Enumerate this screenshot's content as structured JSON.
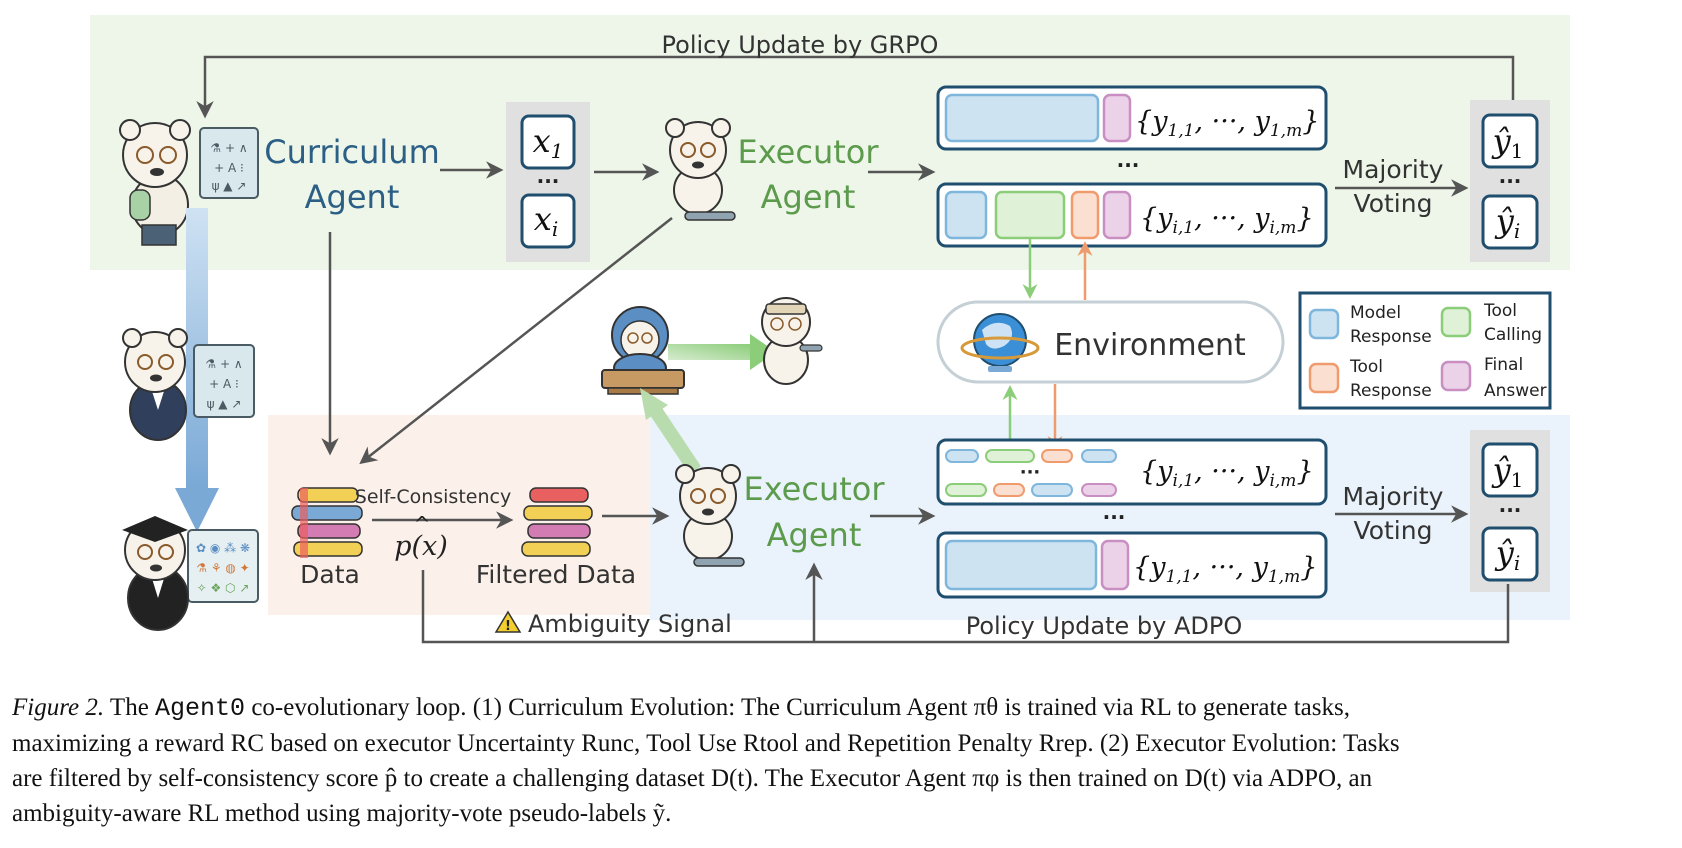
{
  "top_band": {
    "policy_label": "Policy Update by GRPO",
    "curriculum_agent": {
      "line1": "Curriculum",
      "line2": "Agent"
    },
    "tasks": [
      "x1",
      "xi"
    ],
    "executor_agent": {
      "line1": "Executor",
      "line2": "Agent"
    },
    "responses": [
      "{y1,1, ···, y1,m}",
      "{yi,1, ···, yi,m}"
    ],
    "voting": {
      "line1": "Majority",
      "line2": "Voting"
    },
    "answers": [
      "ŷ1",
      "ŷi"
    ]
  },
  "environment": {
    "label": "Environment"
  },
  "legend": {
    "items": [
      {
        "label1": "Model",
        "label2": "Response",
        "color": "#7fb6dc",
        "fill": "#cde3f2"
      },
      {
        "label1": "Tool",
        "label2": "Calling",
        "color": "#8ccd7a",
        "fill": "#dff1d6"
      },
      {
        "label1": "Tool",
        "label2": "Response",
        "color": "#ef9b6e",
        "fill": "#fbe0d1"
      },
      {
        "label1": "Final",
        "label2": "Answer",
        "color": "#c98fc2",
        "fill": "#ecd2e8"
      }
    ]
  },
  "bottom_band": {
    "data_label": "Data",
    "self_consistency_label": "Self-Consistency",
    "p_hat_label": "p(x)",
    "filtered_label": "Filtered Data",
    "ambiguity_label": "Ambiguity Signal",
    "executor_agent": {
      "line1": "Executor",
      "line2": "Agent"
    },
    "responses": [
      "{yi,1, ···, yi,m}",
      "{y1,1, ···, y1,m}"
    ],
    "voting": {
      "line1": "Majority",
      "line2": "Voting"
    },
    "answers": [
      "ŷ1",
      "ŷi"
    ],
    "policy_label": "Policy Update by ADPO"
  },
  "dots": "···",
  "caption": {
    "fig": "Figure 2.",
    "line1a": " The ",
    "line1code": "Agent0",
    "line1b": " co-evolutionary loop. (1) Curriculum Evolution: The Curriculum Agent πθ is trained via RL to generate tasks,",
    "line2": "maximizing a reward RC based on executor Uncertainty Runc, Tool Use Rtool and Repetition Penalty Rrep. (2) Executor Evolution: Tasks",
    "line3": "are filtered by self-consistency score p̂ to create a challenging dataset D(t). The Executor Agent πφ is then trained on D(t) via ADPO, an",
    "line4": "ambiguity-aware RL method using majority-vote pseudo-labels ỹ."
  },
  "colors": {
    "navy": "#1f4e6e",
    "curriculum_text": "#2b5f86",
    "executor_text": "#5c9a4c",
    "top_band": "#eef6ea",
    "data_band": "#fbf1ea",
    "executor_band": "#eaf3fb"
  },
  "icons": [
    "bear-teacher-icon",
    "bear-professor-icon",
    "bear-graduate-icon",
    "bear-executor-icon",
    "bear-student-icon",
    "bear-engineer-icon",
    "globe-icon",
    "books-icon",
    "warning-icon"
  ]
}
